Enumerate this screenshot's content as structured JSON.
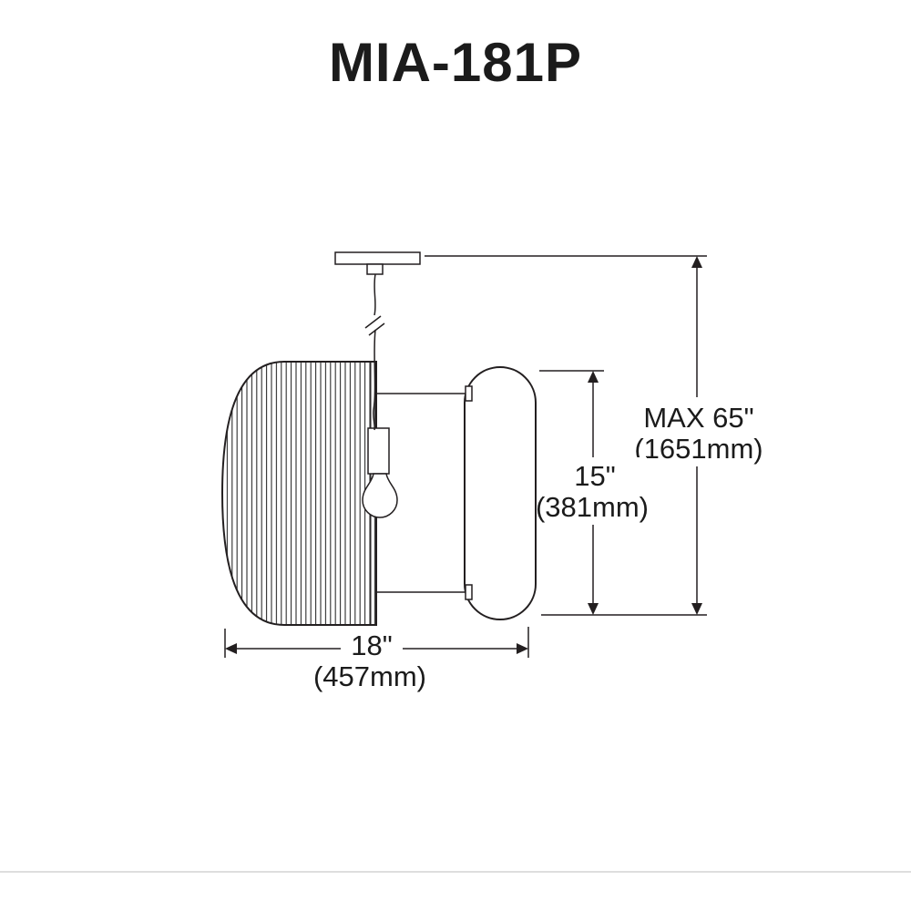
{
  "page": {
    "title": "MIA-181P"
  },
  "diagram": {
    "description": "pendant-light-dimension-drawing",
    "labels": {
      "max_height_value": "MAX 65\"",
      "max_height_mm": "(1651mm)",
      "shade_height_value": "15\"",
      "shade_height_mm": "(381mm)",
      "shade_width_value": "18\"",
      "shade_width_mm": "(457mm)"
    },
    "colors": {
      "line": "#231f20",
      "background": "#ffffff",
      "footer_divider": "#dedede"
    }
  }
}
